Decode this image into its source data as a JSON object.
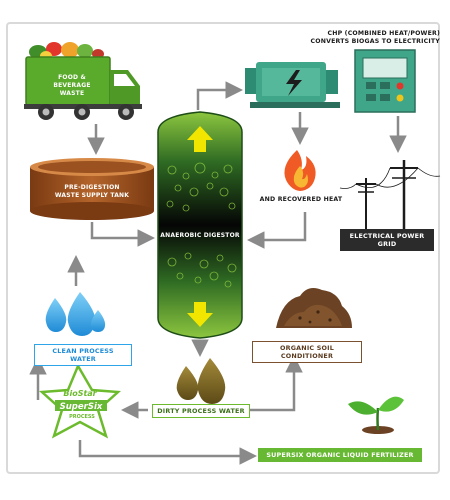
{
  "chp_title_line1": "CHP (COMBINED HEAT/POWER)",
  "chp_title_line2": "CONVERTS BIOGAS TO ELECTRICITY",
  "truck_label_line1": "FOOD & BEVERAGE",
  "truck_label_line2": "WASTE",
  "tank_label_line1": "PRE-DIGESTION",
  "tank_label_line2": "WASTE SUPPLY TANK",
  "digester_label": "ANAEROBIC DIGESTOR",
  "heat_label": "AND RECOVERED HEAT",
  "grid_label": "ELECTRICAL POWER GRID",
  "clean_water_label": "CLEAN PROCESS WATER",
  "soil_label": "ORGANIC SOIL CONDITIONER",
  "dirty_water_label": "DIRTY PROCESS WATER",
  "fertilizer_label": "SUPERSIX ORGANIC LIQUID FERTILIZER",
  "logo_line1": "BioStar",
  "logo_line2": "SuperSix",
  "logo_line3": "PROCESS",
  "colors": {
    "green": "#67b832",
    "dark": "#2b2b2b",
    "blue": "#2da5e8",
    "brown": "#7a5232",
    "arrow": "#8a8a8a",
    "yellow": "#f2e600",
    "chp_teal": "#3fa68a"
  }
}
